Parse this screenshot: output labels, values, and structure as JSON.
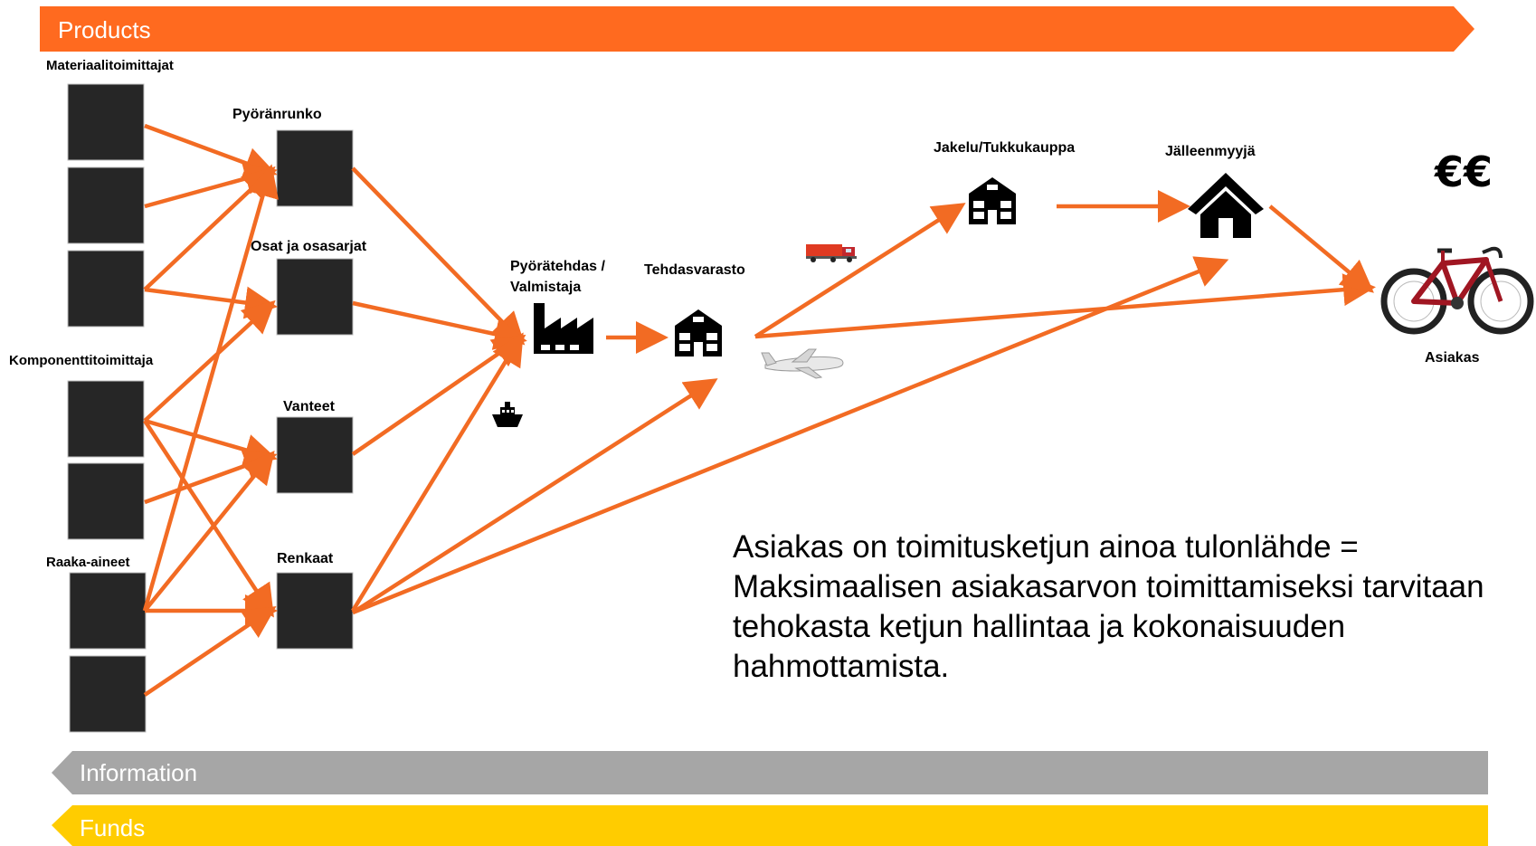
{
  "bands": {
    "products": "Products",
    "information": "Information",
    "funds": "Funds"
  },
  "colors": {
    "products_band": "#ff6a1f",
    "information_band": "#a6a6a6",
    "funds_band": "#ffcc00",
    "arrows": "#f26b23",
    "supplier_box": "#262626"
  },
  "groups": {
    "material_suppliers": "Materiaalitoimittajat",
    "component_supplier": "Komponenttitoimittaja",
    "raw_materials": "Raaka-aineet"
  },
  "parts": {
    "frame": "Pyöränrunko",
    "parts_and_sets": "Osat ja osasarjat",
    "rims": "Vanteet",
    "tires": "Renkaat"
  },
  "nodes": {
    "manufacturer_line1": "Pyörätehdas /",
    "manufacturer_line2": "Valmistaja",
    "factory_warehouse": "Tehdasvarasto",
    "distribution": "Jakelu/Tukkukauppa",
    "retailer": "Jälleenmyyjä",
    "customer": "Asiakas",
    "euro": "€€"
  },
  "icons": [
    "factory-icon",
    "warehouse-icon",
    "distribution-building-icon",
    "retail-house-icon",
    "bicycle-image",
    "truck-image",
    "airplane-image",
    "ship-icon"
  ],
  "message": {
    "line1": "Asiakas on toimitusketjun ainoa tulonlähde =",
    "line2": "Maksimaalisen asiakasarvon toimittamiseksi tarvitaan",
    "line3": "tehokasta ketjun hallintaa ja kokonaisuuden",
    "line4": "hahmottamista."
  }
}
